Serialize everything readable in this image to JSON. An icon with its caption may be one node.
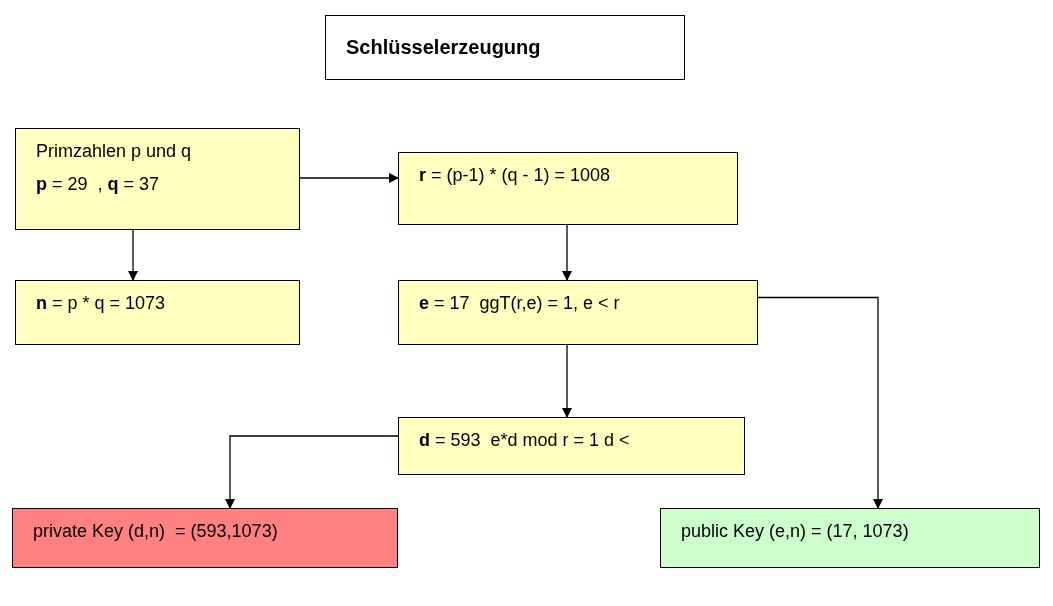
{
  "diagram": {
    "nodes": [
      {
        "text": [
          "Schlüsselerzeugung"
        ]
      },
      {
        "text": [
          "Primzahlen p und q",
          "**p** = 29  , **q** = 37"
        ]
      },
      {
        "text": [
          "**r** = (p-1) * (q - 1) = 1008"
        ]
      },
      {
        "text": [
          "**n** = p * q = 1073"
        ]
      },
      {
        "text": [
          "**e** = 17  ggT(r,e) = 1, e < r"
        ]
      },
      {
        "text": [
          "**d** = 593  e*d mod r = 1 d <"
        ]
      },
      {
        "text": [
          "private Key (d,n)  = (593,1073)"
        ]
      },
      {
        "text": [
          "public Key (e,n) = (17, 1073)"
        ]
      }
    ],
    "edges": [
      {
        "from": 1,
        "to": 2,
        "arrow": "to"
      },
      {
        "from": 1,
        "to": 3,
        "arrow": "to"
      },
      {
        "from": 2,
        "to": 4,
        "arrow": "to"
      },
      {
        "from": 4,
        "to": 5,
        "arrow": "to"
      },
      {
        "from": 5,
        "to": 6,
        "arrow": "to"
      },
      {
        "from": 4,
        "to": 7,
        "arrow": "to"
      }
    ]
  }
}
